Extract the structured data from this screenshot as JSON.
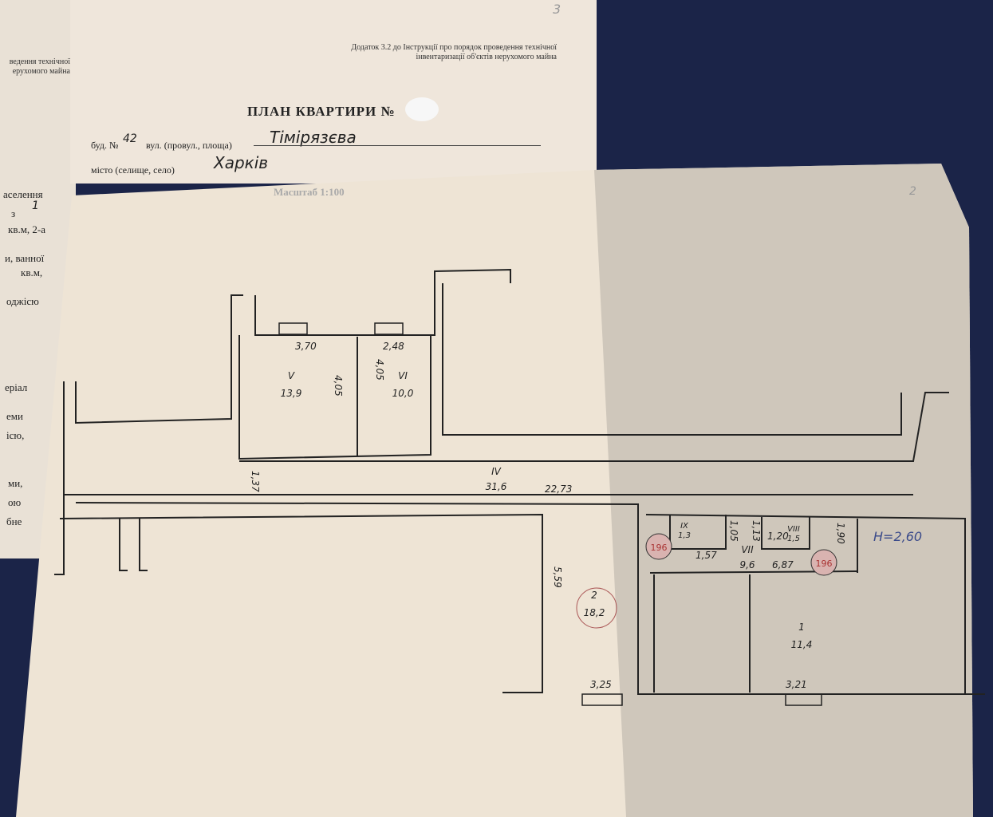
{
  "left_page": {
    "lines": [
      "ведення технічної",
      "ерухомого майна",
      "аселення",
      "з",
      "кв.м, 2-а",
      "и, ванної",
      "кв.м,",
      "оджісю",
      "еріал",
      "еми",
      "ісю,",
      "ми,",
      "ою",
      "бне"
    ],
    "handwritten": "1"
  },
  "header": {
    "page_number": "3",
    "note_line1": "Додаток 3.2 до Інструкції про порядок проведення технічної",
    "note_line2": "інвентаризації об'єктів нерухомого майна",
    "title": "ПЛАН КВАРТИРИ №",
    "building_label": "буд. №",
    "building_number": "42",
    "street_label": "вул. (провул., площа)",
    "street": "Тімірязєва",
    "city_label": "місто (селище, село)",
    "city": "Харків",
    "scale": "Масштаб 1:100"
  },
  "tracing": {
    "page_number": "2",
    "height_note": "H=2,60",
    "stamp": "196"
  },
  "rooms": [
    {
      "number": "V",
      "area": "13,9"
    },
    {
      "number": "VI",
      "area": "10,0"
    },
    {
      "number": "IV",
      "area": "31,6"
    },
    {
      "number": "2",
      "area": "18,2"
    },
    {
      "number": "1",
      "area": "11,4"
    },
    {
      "number": "VII",
      "area": "9,6"
    },
    {
      "number": "VIII",
      "area": "1,5"
    },
    {
      "number": "IX",
      "area": "1,3"
    }
  ],
  "dimensions": [
    "3,70",
    "2,48",
    "4,05",
    "4,05",
    "1,37",
    "22,73",
    "5,59",
    "3,25",
    "3,21",
    "1,57",
    "6,87",
    "1,05",
    "1,13",
    "1,90",
    "1,20"
  ]
}
